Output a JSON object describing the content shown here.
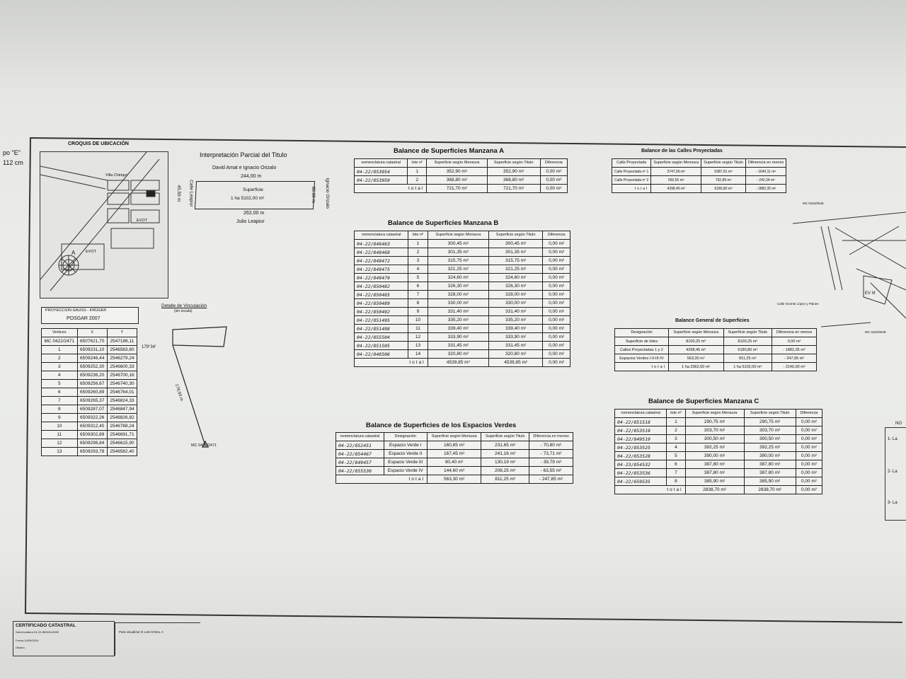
{
  "edge_labels": {
    "left_top": "po \"E\"",
    "left_second": "112 cm"
  },
  "croquis": {
    "title": "CROQUIS DE UBICACIÓN",
    "map_labels": [
      "Villa Chiriquí",
      "EVOT",
      "EVOT",
      "A"
    ]
  },
  "interpretacion": {
    "title": "Interpretación Parcial del Titulo",
    "owner": "David Amat e Ignacio Orizalo",
    "top_len": "244,00 m",
    "superficie_label": "Superficie",
    "superficie_value": "1 ha 5102,00 m²",
    "bottom_len": "262,00 m",
    "bottom_owner": "Julio Leapiur",
    "left_len": "45,50 m",
    "left_street": "Calle Leapiur",
    "right_owner": "Ignacio Orizalo",
    "right_len": "60,00 m"
  },
  "vinculacion": {
    "title": "Detalle de Vinculación",
    "subtitle": "(sin escala)",
    "angle": "179°34'",
    "dist": "178,93 m",
    "mc": "MC 0422/2471"
  },
  "gauss": {
    "title": "PROYECCION GAUSS - KRÜGER",
    "subtitle": "POSGAR 2007",
    "headers": [
      "Vertices",
      "X",
      "Y"
    ],
    "rows": [
      [
        "MC 0422/2471",
        "6507621,70",
        "2547186,11"
      ],
      [
        "1",
        "6509231,10",
        "2546583,60"
      ],
      [
        "2",
        "6509246,44",
        "2546279,24"
      ],
      [
        "3",
        "6509252,30",
        "2546600,33"
      ],
      [
        "4",
        "6509236,20",
        "2546700,16"
      ],
      [
        "5",
        "6509256,67",
        "2546740,30"
      ],
      [
        "6",
        "6509260,89",
        "2546764,01"
      ],
      [
        "7",
        "6509265,37",
        "2546824,33"
      ],
      [
        "8",
        "6509287,07",
        "2546847,94"
      ],
      [
        "9",
        "6509322,26",
        "2546826,82"
      ],
      [
        "10",
        "6509312,40",
        "2546788,24"
      ],
      [
        "11",
        "6509302,89",
        "2546691,71"
      ],
      [
        "12",
        "6509296,84",
        "2546615,90"
      ],
      [
        "13",
        "6509293,78",
        "2546582,40"
      ]
    ]
  },
  "manzana_a": {
    "title": "Balance de Superficies Manzana A",
    "headers": [
      "nomenclatura catastral",
      "lote nº",
      "Superficie según Mensura",
      "Superficie según Titulo",
      "Diferencia"
    ],
    "rows": [
      [
        "04-22/853954",
        "1",
        "352,90 m²",
        "352,90 m²",
        "0,00 m²"
      ],
      [
        "04-22/853959",
        "2",
        "368,80 m²",
        "368,80 m²",
        "0,00 m²"
      ]
    ],
    "total": [
      "total",
      "721,70 m²",
      "721,70 m²",
      "0,00 m²"
    ]
  },
  "manzana_b": {
    "title": "Balance de Superficies Manzana B",
    "headers": [
      "nomenclatura catastral",
      "lote nº",
      "Superficie según Mensura",
      "Superficie según Titulo",
      "Diferencia"
    ],
    "rows": [
      [
        "04-22/846463",
        "1",
        "300,45 m²",
        "300,45 m²",
        "0,00 m²"
      ],
      [
        "04-22/848468",
        "2",
        "301,35 m²",
        "301,35 m²",
        "0,00 m²"
      ],
      [
        "04-22/849472",
        "3",
        "315,75 m²",
        "315,75 m²",
        "0,00 m²"
      ],
      [
        "04-22/849475",
        "4",
        "321,25 m²",
        "321,25 m²",
        "0,00 m²"
      ],
      [
        "04-22/849479",
        "5",
        "324,60 m²",
        "324,60 m²",
        "0,00 m²"
      ],
      [
        "04-22/850482",
        "6",
        "326,30 m²",
        "326,30 m²",
        "0,00 m²"
      ],
      [
        "04-22/850485",
        "7",
        "328,00 m²",
        "328,00 m²",
        "0,00 m²"
      ],
      [
        "04-22/850489",
        "8",
        "330,00 m²",
        "330,00 m²",
        "0,00 m²"
      ],
      [
        "04-22/850492",
        "9",
        "331,40 m²",
        "331,40 m²",
        "0,00 m²"
      ],
      [
        "04-22/851495",
        "10",
        "335,20 m²",
        "335,20 m²",
        "0,00 m²"
      ],
      [
        "04-22/851498",
        "11",
        "339,40 m²",
        "339,40 m²",
        "0,00 m²"
      ],
      [
        "04-22/855504",
        "12",
        "333,90 m²",
        "333,90 m²",
        "0,00 m²"
      ],
      [
        "04-22/851505",
        "13",
        "331,45 m²",
        "331,45 m²",
        "0,00 m²"
      ],
      [
        "04-22/848506",
        "14",
        "320,80 m²",
        "320,80 m²",
        "0,00 m²"
      ]
    ],
    "total": [
      "total",
      "4539,85 m²",
      "4539,85 m²",
      "0,00 m²"
    ]
  },
  "espacios_verdes": {
    "title": "Balance de Superficies de los Espacios Verdes",
    "headers": [
      "nomenclatura catastral",
      "Designación",
      "Superficie según Mensura",
      "Superficie según Titulo",
      "Diferencia en menos"
    ],
    "rows": [
      [
        "04-22/852451",
        "Espacio Verde I",
        "160,85 m²",
        "231,65 m²",
        "- 70,80 m²"
      ],
      [
        "04-22/854467",
        "Espacio Verde II",
        "167,45 m²",
        "241,16 m²",
        "- 73,71 m²"
      ],
      [
        "04-22/849457",
        "Espacio Verde III",
        "90,40 m²",
        "130,19 m²",
        "- 39,79 m²"
      ],
      [
        "04-22/855530",
        "Espacio Verde IV",
        "144,60 m²",
        "208,25 m²",
        "- 63,55 m²"
      ]
    ],
    "total": [
      "total",
      "563,30 m²",
      "811,25 m²",
      "- 247,85 m²"
    ]
  },
  "calles": {
    "title": "Balance de las Calles Proyectadas",
    "headers": [
      "Calle Proyectada",
      "Superficie según Mensura",
      "Superficie según Titulo",
      "Diferencia en menos"
    ],
    "rows": [
      [
        "Calle Proyectada nº 1",
        "3747,90 m²",
        "5387,91 m²",
        "- 1640,11 m²"
      ],
      [
        "Calle Proyectada nº 2",
        "550,55 m²",
        "792,89 m²",
        "- 242,34 m²"
      ]
    ],
    "total": [
      "total",
      "4298,45 m²",
      "6180,80 m²",
      "- 1882,35 m²"
    ]
  },
  "general": {
    "title": "Balance General de Superficies",
    "headers": [
      "Designación",
      "Superficie según Mensura",
      "Superficie según Titulo",
      "Diferencia en menos"
    ],
    "rows": [
      [
        "Superficie de lotes",
        "8100,25 m²",
        "8100,25 m²",
        "0,00 m²"
      ],
      [
        "Calles Proyectadas 1 y 2",
        "4298,45 m²",
        "6180,80 m²",
        "- 1882,35 m²"
      ],
      [
        "Espacios Verdes I-II-III-IV",
        "563,30 m²",
        "811,25 m²",
        "- 247,95 m²"
      ]
    ],
    "total": [
      "total",
      "1 ha 2962,00 m²",
      "1 ha 5102,00 m²",
      "- 2140,00 m²"
    ]
  },
  "manzana_c": {
    "title": "Balance de Superficies Manzana C",
    "headers": [
      "nomenclatura catastral",
      "lote nº",
      "Superficie según Mensura",
      "Superficie según Titulo",
      "Diferencia"
    ],
    "rows": [
      [
        "04-22/851518",
        "1",
        "290,75 m²",
        "290,75 m²",
        "0,00 m²"
      ],
      [
        "04-22/853519",
        "2",
        "303,70 m²",
        "303,70 m²",
        "0,00 m²"
      ],
      [
        "04-22/849519",
        "3",
        "300,50 m²",
        "300,50 m²",
        "0,00 m²"
      ],
      [
        "04-22/853525",
        "4",
        "392,25 m²",
        "392,25 m²",
        "0,00 m²"
      ],
      [
        "04-22/853528",
        "5",
        "390,00 m²",
        "390,00 m²",
        "0,00 m²"
      ],
      [
        "04-23/854532",
        "6",
        "387,80 m²",
        "387,80 m²",
        "0,00 m²"
      ],
      [
        "04-22/853536",
        "7",
        "387,80 m²",
        "387,80 m²",
        "0,00 m²"
      ],
      [
        "04-22/659535",
        "8",
        "385,90 m²",
        "385,90 m²",
        "0,00 m²"
      ]
    ],
    "total": [
      "total",
      "2838,70 m²",
      "2838,70 m²",
      "0,00 m²"
    ]
  },
  "plan_right": {
    "labels": [
      "MC 0422/0648",
      "Calle Vicente López y Planes",
      "EV III",
      "MC 0422/0648"
    ],
    "notes_header": "NO",
    "notes": [
      "1- La",
      "2- La",
      "3- La"
    ]
  },
  "footer": {
    "certificado": "CERTIFICADO CATASTRAL",
    "lines": [
      "Nomenclatura   04-22-852454-8000",
      "Fecha   10/09/2024",
      "Observ."
    ],
    "obs": "Para visualizar el Lote 8 Mza. A"
  }
}
